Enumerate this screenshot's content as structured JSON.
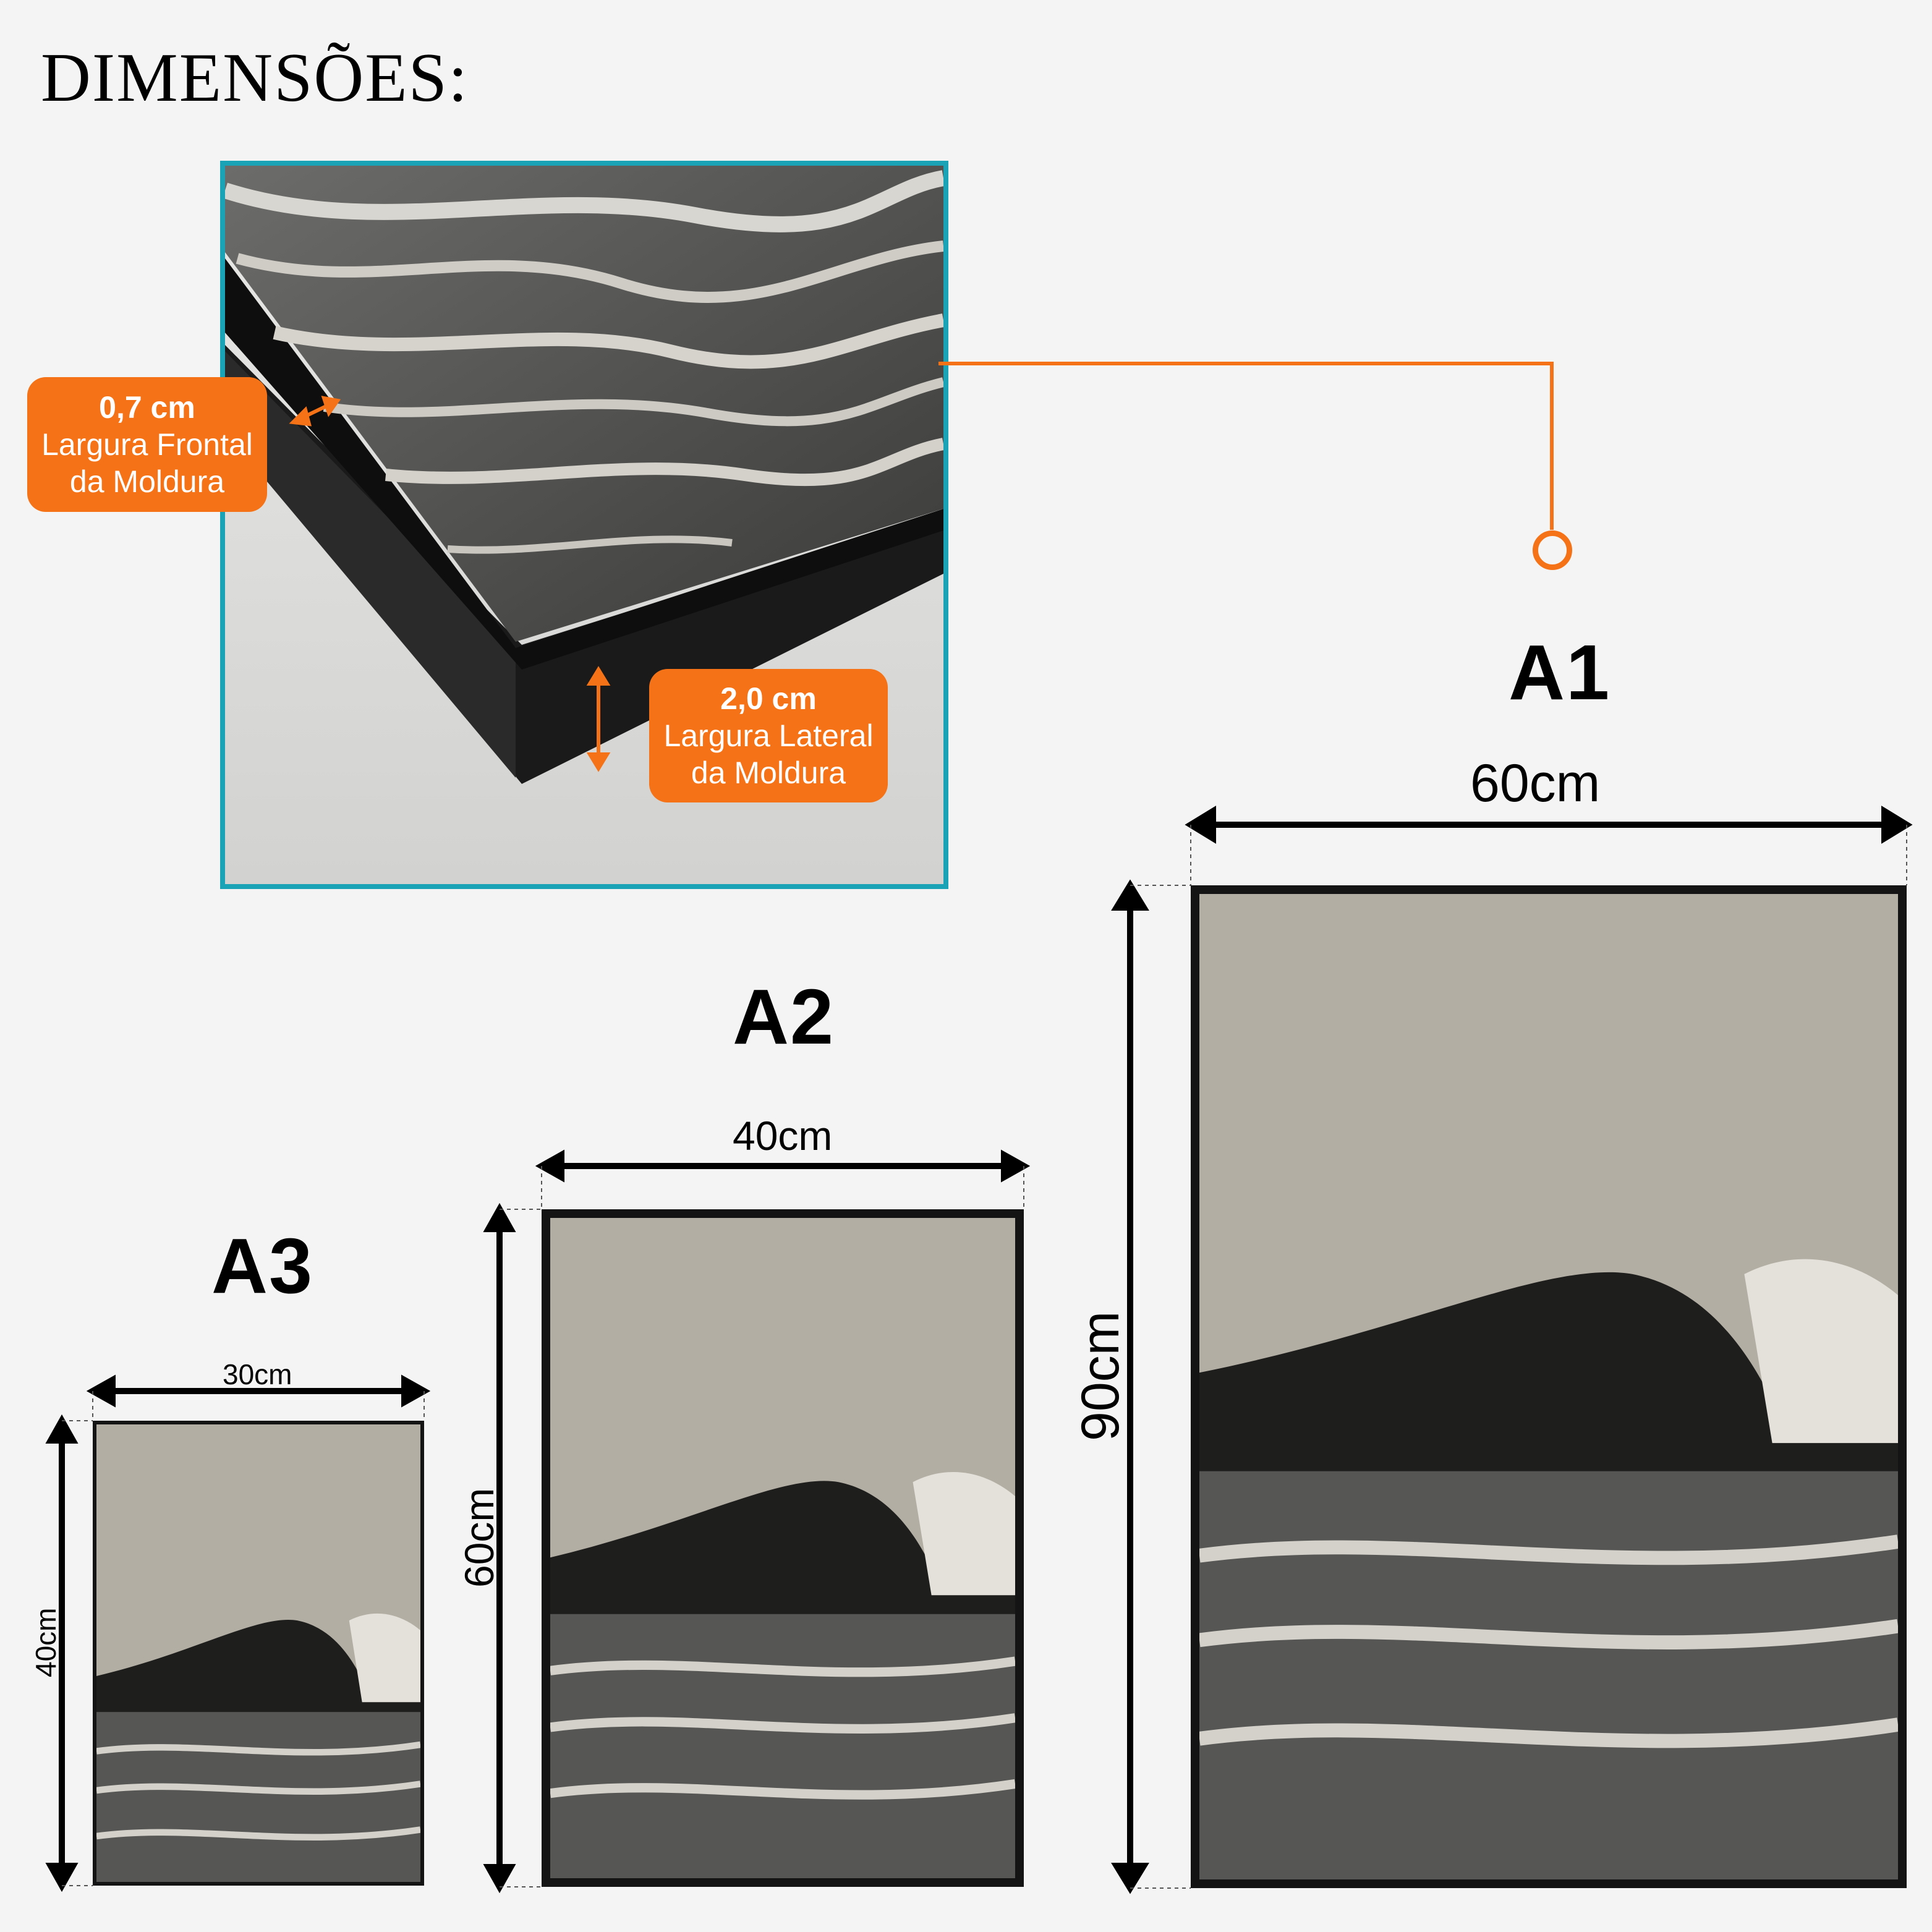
{
  "title": "DIMENSÕES:",
  "callouts": {
    "front": {
      "value": "0,7 cm",
      "line1": "Largura Frontal",
      "line2": "da Moldura"
    },
    "side": {
      "value": "2,0 cm",
      "line1": "Largura Lateral",
      "line2": "da Moldura"
    }
  },
  "sizes": [
    {
      "name": "A3",
      "width": "30cm",
      "height": "40cm"
    },
    {
      "name": "A2",
      "width": "40cm",
      "height": "60cm"
    },
    {
      "name": "A1",
      "width": "60cm",
      "height": "90cm"
    }
  ],
  "colors": {
    "accent": "#f57216",
    "detail_border": "#1aa3b6",
    "frame": "#141414",
    "background": "#f4f4f4"
  }
}
